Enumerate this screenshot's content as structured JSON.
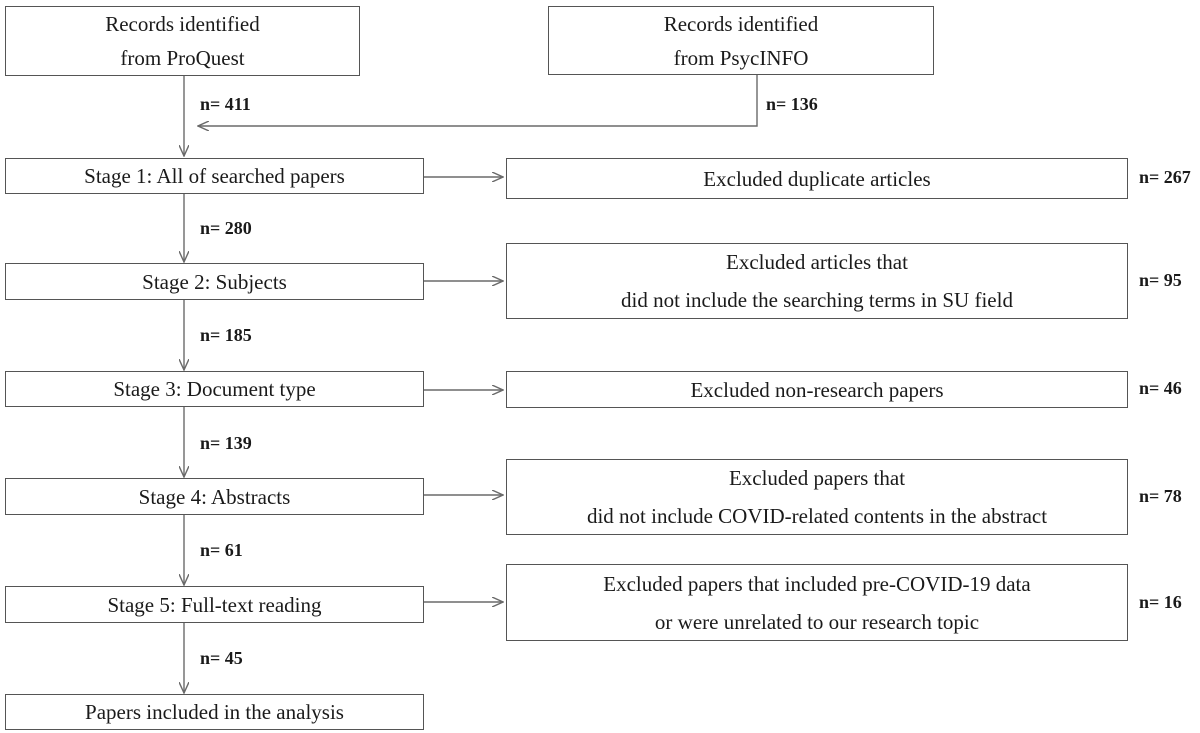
{
  "sources": [
    {
      "lines": [
        "Records identified",
        "from ProQuest"
      ],
      "count": "n= 411"
    },
    {
      "lines": [
        "Records identified",
        "from PsycINFO"
      ],
      "count": "n= 136"
    }
  ],
  "stages": [
    {
      "label": "Stage 1: All of searched papers",
      "next_count": "n= 280",
      "exclusion": {
        "lines": [
          "Excluded duplicate articles"
        ],
        "count": "n= 267"
      }
    },
    {
      "label": "Stage 2: Subjects",
      "next_count": "n= 185",
      "exclusion": {
        "lines": [
          "Excluded articles that",
          "did not include the searching terms in SU field"
        ],
        "count": "n= 95"
      }
    },
    {
      "label": "Stage 3: Document type",
      "next_count": "n= 139",
      "exclusion": {
        "lines": [
          "Excluded non-research papers"
        ],
        "count": "n= 46"
      }
    },
    {
      "label": "Stage 4: Abstracts",
      "next_count": "n= 61",
      "exclusion": {
        "lines": [
          "Excluded papers that",
          "did not include COVID-related contents in the abstract"
        ],
        "count": "n= 78"
      }
    },
    {
      "label": "Stage 5: Full-text reading",
      "next_count": "n= 45",
      "exclusion": {
        "lines": [
          "Excluded papers that included pre-COVID-19 data",
          "or were unrelated to our research topic"
        ],
        "count": "n= 16"
      }
    }
  ],
  "result": {
    "label": "Papers included in the analysis"
  }
}
